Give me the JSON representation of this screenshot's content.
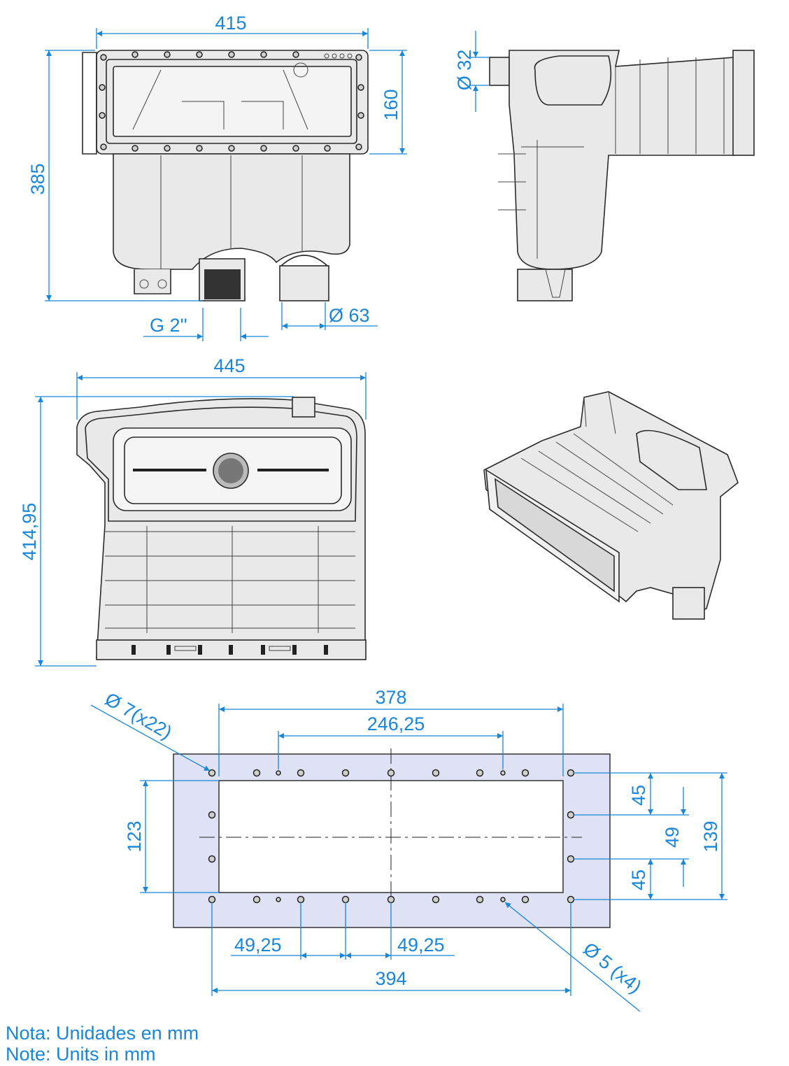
{
  "front_view": {
    "width": "415",
    "height": "385",
    "flange_height": "160",
    "thread": "G 2''",
    "outlet_dia": "Ø 63"
  },
  "side_view": {
    "inlet_dia": "Ø 32"
  },
  "top_view": {
    "width": "445",
    "depth": "414,95"
  },
  "flange_view": {
    "outer_holes": "Ø 7(x22)",
    "dist_378": "378",
    "dist_246": "246,25",
    "dist_123": "123",
    "dist_45a": "45",
    "dist_49": "49",
    "dist_45b": "45",
    "dist_139": "139",
    "dist_4925a": "49,25",
    "dist_4925b": "49,25",
    "dist_394": "394",
    "small_holes": "Ø 5 (x4)"
  },
  "notes": {
    "es": "Nota: Unidades en mm",
    "en": "Note: Units in mm"
  }
}
